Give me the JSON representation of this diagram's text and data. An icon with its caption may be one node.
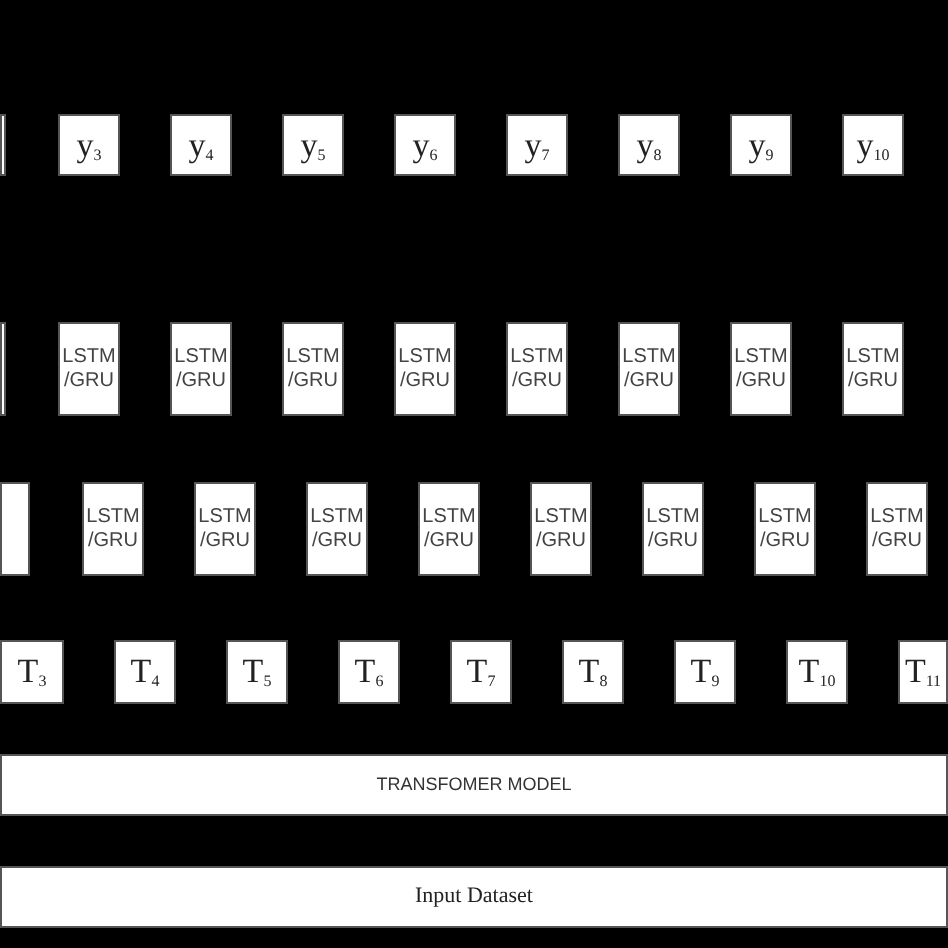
{
  "diagram": {
    "nodes": [
      {
        "text": [],
        "shape": "box"
      },
      {
        "text": [
          "y$_{3}$"
        ]
      },
      {
        "text": [
          "y$_{4}$"
        ]
      },
      {
        "text": [
          "y$_{5}$"
        ]
      },
      {
        "text": [
          "y$_{6}$"
        ]
      },
      {
        "text": [
          "y$_{7}$"
        ]
      },
      {
        "text": [
          "y$_{8}$"
        ]
      },
      {
        "text": [
          "y$_{9}$"
        ]
      },
      {
        "text": [
          "y$_{10}$"
        ]
      },
      {
        "text": [],
        "shape": "box"
      },
      {
        "text": [
          "LSTM /GRU"
        ]
      },
      {
        "text": [
          "LSTM /GRU"
        ]
      },
      {
        "text": [
          "LSTM /GRU"
        ]
      },
      {
        "text": [
          "LSTM /GRU"
        ]
      },
      {
        "text": [
          "LSTM /GRU"
        ]
      },
      {
        "text": [
          "LSTM /GRU"
        ]
      },
      {
        "text": [
          "LSTM /GRU"
        ]
      },
      {
        "text": [
          "LSTM /GRU"
        ]
      },
      {
        "text": [],
        "shape": "box"
      },
      {
        "text": [
          "LSTM /GRU"
        ]
      },
      {
        "text": [
          "LSTM /GRU"
        ]
      },
      {
        "text": [
          "LSTM /GRU"
        ]
      },
      {
        "text": [
          "LSTM /GRU"
        ]
      },
      {
        "text": [
          "LSTM /GRU"
        ]
      },
      {
        "text": [
          "LSTM /GRU"
        ]
      },
      {
        "text": [
          "LSTM /GRU"
        ]
      },
      {
        "text": [
          "LSTM /GRU"
        ]
      },
      {
        "text": [
          "T$_{3}$"
        ]
      },
      {
        "text": [
          "T$_{4}$"
        ]
      },
      {
        "text": [
          "T$_{5}$"
        ]
      },
      {
        "text": [
          "T$_{6}$"
        ]
      },
      {
        "text": [
          "T$_{7}$"
        ]
      },
      {
        "text": [
          "T$_{8}$"
        ]
      },
      {
        "text": [
          "T$_{9}$"
        ]
      },
      {
        "text": [
          "T$_{10}$"
        ]
      },
      {
        "text": [
          "T$_{11}$"
        ]
      },
      {
        "text": [
          "TRANSFOMER MODEL"
        ]
      },
      {
        "text": [
          "Input Dataset"
        ]
      }
    ]
  }
}
